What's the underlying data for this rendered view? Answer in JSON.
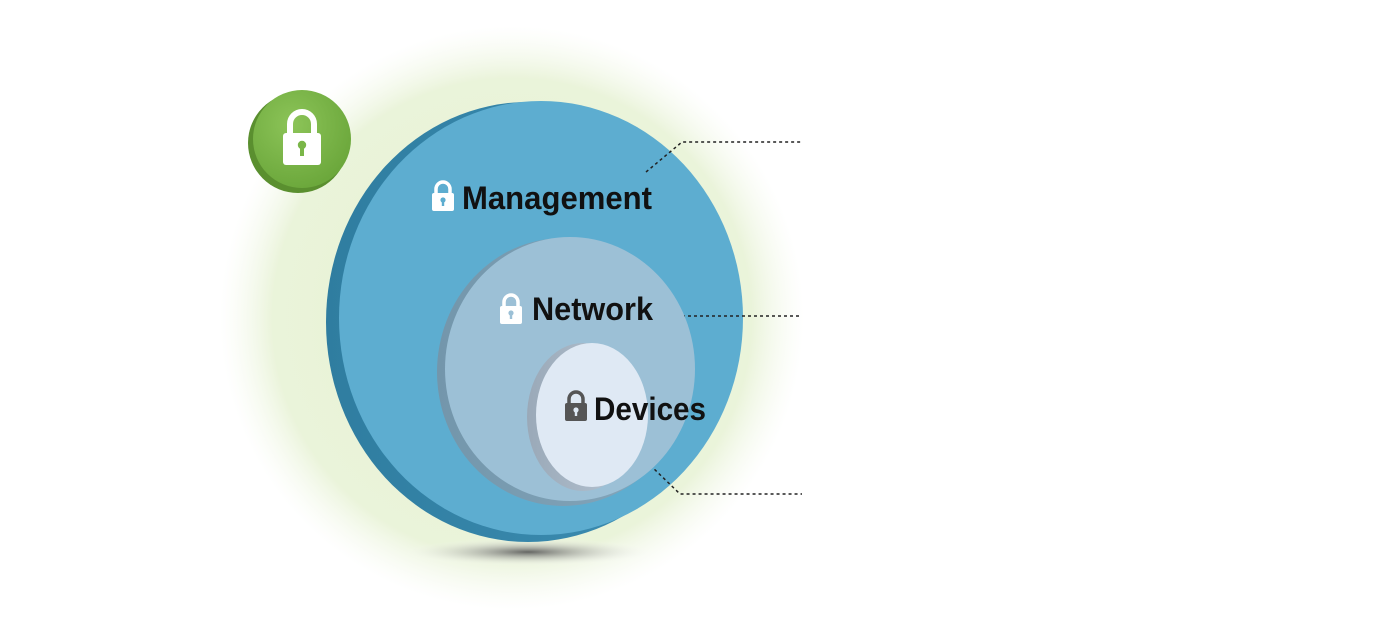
{
  "diagram": {
    "layers": [
      {
        "label": "Management",
        "color": "#5dadd0",
        "lock_icon": "lock-icon",
        "lock_color": "#ffffff"
      },
      {
        "label": "Network",
        "color": "#9cc0d6",
        "lock_icon": "lock-icon",
        "lock_color": "#ffffff"
      },
      {
        "label": "Devices",
        "color": "#dfe9f4",
        "lock_icon": "lock-icon",
        "lock_color": "#555555"
      }
    ],
    "badge": {
      "icon": "lock-icon",
      "color": "#7ab648"
    },
    "halo_color": "#e6f1d2",
    "leader_line_color": "#222222"
  }
}
